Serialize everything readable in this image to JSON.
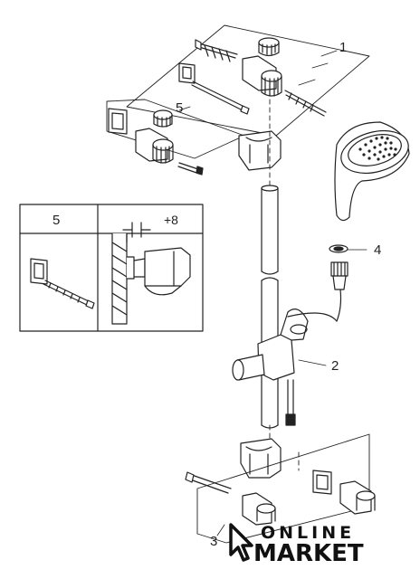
{
  "callouts": {
    "c1": "1",
    "c2": "2",
    "c3": "3",
    "c4": "4",
    "c5": "5"
  },
  "detail": {
    "number": "5",
    "offset": "+8"
  },
  "logo": {
    "line1": "ONLINE",
    "line2": "MARKET"
  }
}
